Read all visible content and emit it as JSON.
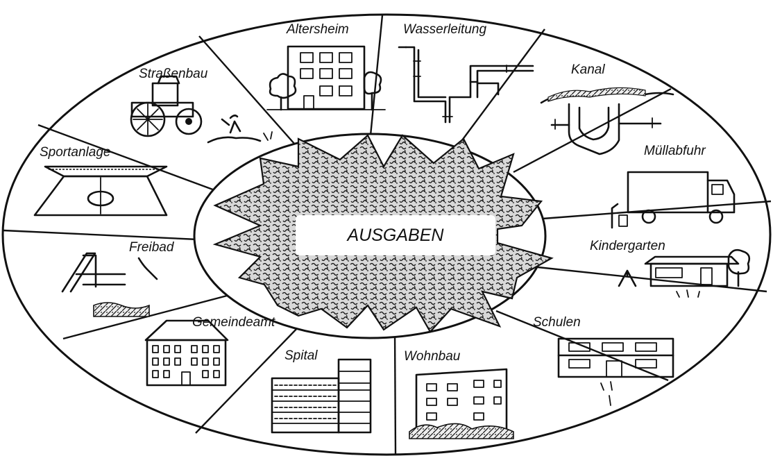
{
  "center": {
    "label": "AUSGABEN"
  },
  "segments": [
    {
      "label": "Altersheim",
      "icon": "retirement-home-icon"
    },
    {
      "label": "Wasserleitung",
      "icon": "water-pipe-icon"
    },
    {
      "label": "Kanal",
      "icon": "sewer-icon"
    },
    {
      "label": "Müllabfuhr",
      "icon": "garbage-truck-icon"
    },
    {
      "label": "Kindergarten",
      "icon": "kindergarten-icon"
    },
    {
      "label": "Schulen",
      "icon": "school-icon"
    },
    {
      "label": "Wohnbau",
      "icon": "housing-icon"
    },
    {
      "label": "Spital",
      "icon": "hospital-icon"
    },
    {
      "label": "Gemeindeamt",
      "icon": "town-hall-icon"
    },
    {
      "label": "Freibad",
      "icon": "swimming-pool-icon"
    },
    {
      "label": "Sportanlage",
      "icon": "sports-field-icon"
    },
    {
      "label": "Straßenbau",
      "icon": "road-construction-icon"
    }
  ]
}
